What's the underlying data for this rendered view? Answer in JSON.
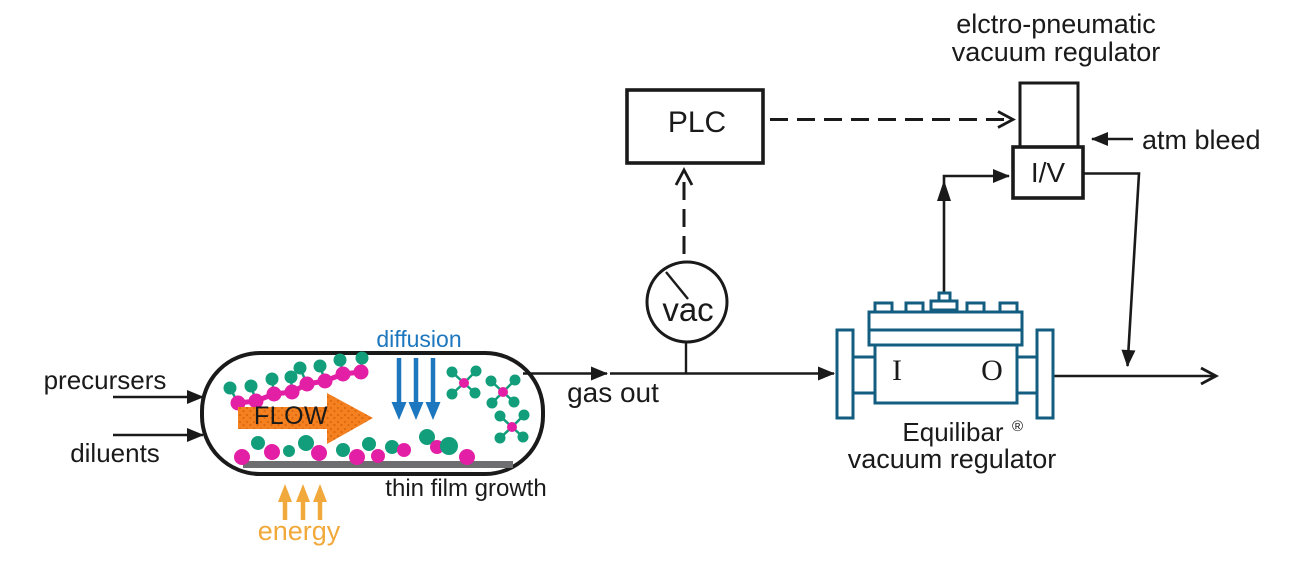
{
  "colors": {
    "ink": "#1a1a1a",
    "magenta": "#e320a5",
    "teal": "#129e7b",
    "orange": "#f5801f",
    "orange_dot": "#d96a10",
    "amber": "#f2a93b",
    "blue": "#1c77be",
    "equilibar": "#135e80",
    "substrate": "#6e6e71"
  },
  "chamber": {
    "input_labels": [
      "precursers",
      "diluents"
    ],
    "flow_label": "FLOW",
    "diffusion_label": "diffusion",
    "thin_film_label": "thin film growth",
    "energy_label": "energy"
  },
  "line_labels": {
    "gas_out": "gas out"
  },
  "gauge": {
    "label": "vac"
  },
  "plc": {
    "label": "PLC"
  },
  "electro_pneumatic_regulator": {
    "title_line1": "elctro-pneumatic",
    "title_line2": "vacuum regulator",
    "converter_label": "I/V",
    "atm_bleed_label": "atm bleed"
  },
  "equilibar_regulator": {
    "inlet_label": "I",
    "outlet_label": "O",
    "name": "Equilibar",
    "registered_mark": "®",
    "subtitle": "vacuum regulator"
  }
}
